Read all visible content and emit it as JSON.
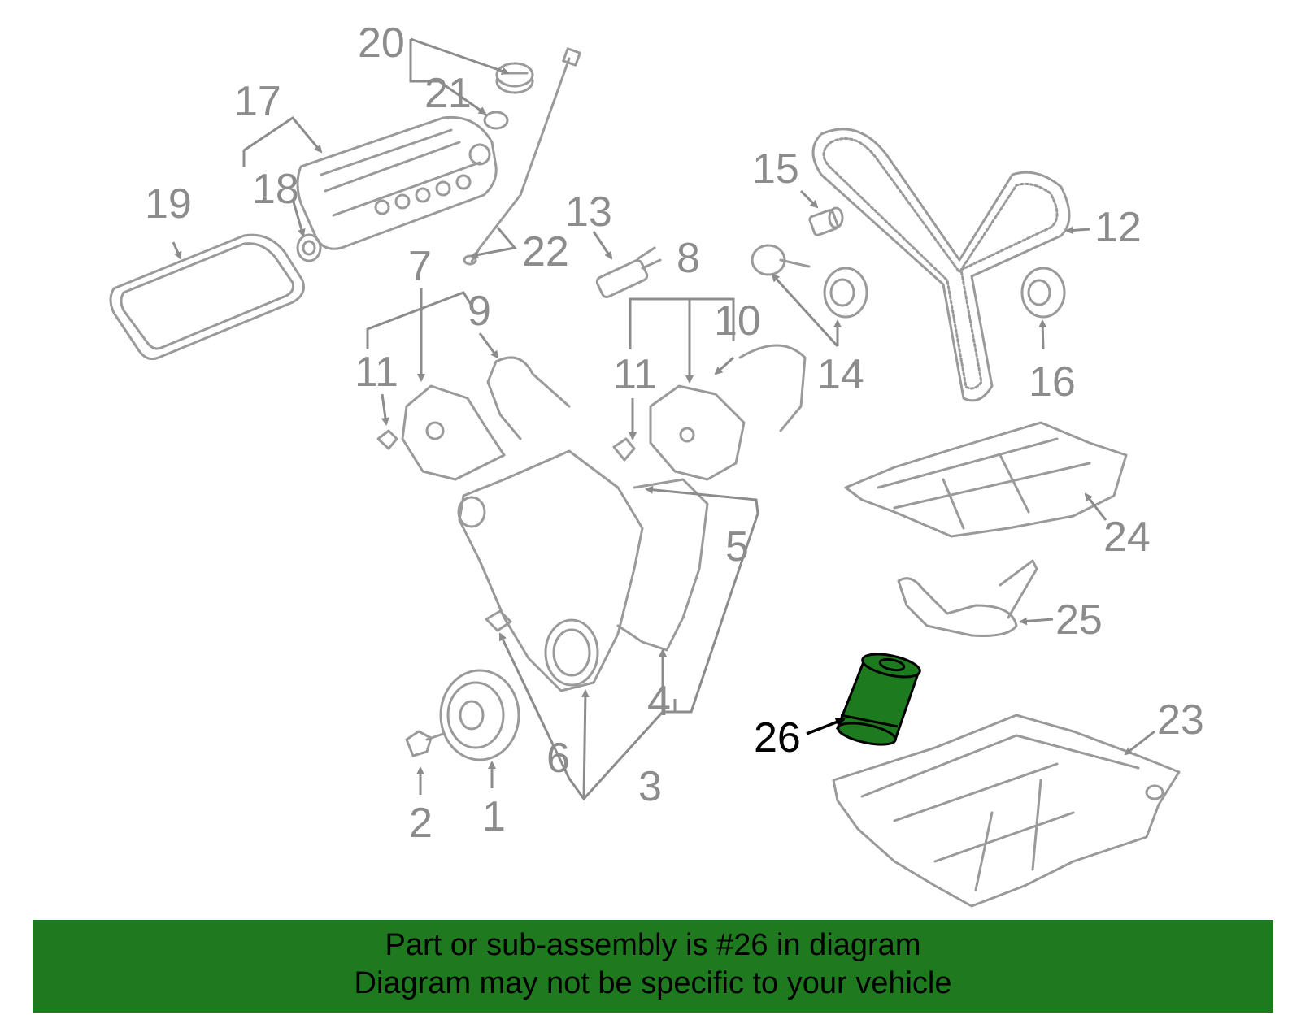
{
  "labels": {
    "n1": "1",
    "n2": "2",
    "n3": "3",
    "n4": "4",
    "n5": "5",
    "n6": "6",
    "n7": "7",
    "n8": "8",
    "n9": "9",
    "n10": "10",
    "n11a": "11",
    "n11b": "11",
    "n12": "12",
    "n13": "13",
    "n14": "14",
    "n15": "15",
    "n16": "16",
    "n17": "17",
    "n18": "18",
    "n19": "19",
    "n20": "20",
    "n21": "21",
    "n22": "22",
    "n23": "23",
    "n24": "24",
    "n25": "25",
    "n26": "26"
  },
  "highlight": {
    "part_number": "26",
    "color": "#1e7a1e"
  },
  "banner": {
    "line1": "Part or sub-assembly is #26 in diagram",
    "line2": "Diagram may not be specific to your vehicle",
    "color": "#1f7a1f"
  }
}
